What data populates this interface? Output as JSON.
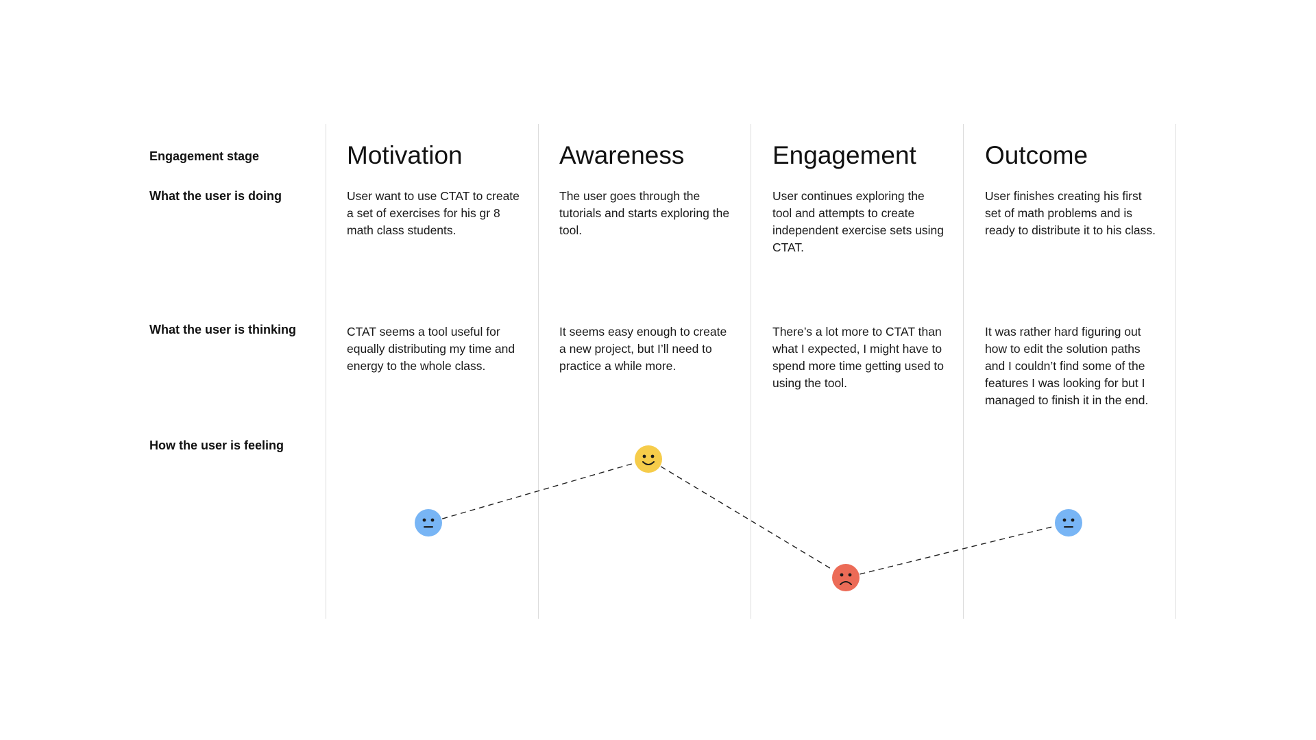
{
  "row_labels": {
    "stage": "Engagement stage",
    "doing": "What the user is doing",
    "thinking": "What the user is thinking",
    "feeling": "How the user is feeling"
  },
  "stages": [
    {
      "title": "Motivation",
      "doing": "User want to use CTAT to create a set of exercises for his gr 8 math class students.",
      "thinking": "CTAT seems a tool useful for equally distributing my time and energy to the whole class.",
      "feeling": "neutral"
    },
    {
      "title": "Awareness",
      "doing": "The user goes through the tutorials and starts exploring the tool.",
      "thinking": "It seems easy enough to create a new project, but I’ll need to practice a while more.",
      "feeling": "happy"
    },
    {
      "title": "Engagement",
      "doing": "User continues exploring the tool and attempts to create independent exercise sets using CTAT.",
      "thinking": "There’s a lot more to CTAT than what I expected, I might have to spend more time getting used to using the tool.",
      "feeling": "sad"
    },
    {
      "title": "Outcome",
      "doing": "User finishes creating his first set of math problems and is ready to distribute it to his class.",
      "thinking": "It was rather hard figuring out how to edit the solution paths and I couldn’t find some of the features I was looking for but I managed to finish it in the end.",
      "feeling": "neutral"
    }
  ],
  "chart_data": {
    "type": "line",
    "categories": [
      "Motivation",
      "Awareness",
      "Engagement",
      "Outcome"
    ],
    "series": [
      {
        "values": [
          0,
          1,
          -1,
          0
        ]
      }
    ],
    "value_meaning": {
      "1": "happy",
      "0": "neutral",
      "-1": "sad"
    },
    "line_style": "dashed",
    "marker_colors": {
      "happy": "#f6cc4a",
      "neutral": "#78b5f5",
      "sad": "#ec6b57"
    }
  }
}
